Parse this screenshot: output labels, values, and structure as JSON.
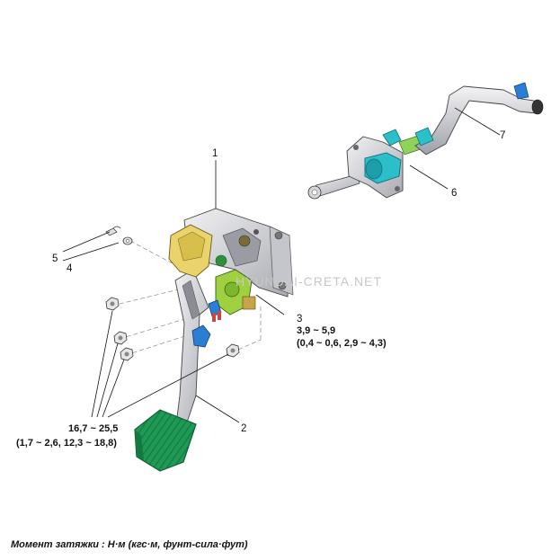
{
  "callouts": {
    "c1": "1",
    "c2": "2",
    "c3": "3",
    "c4": "4",
    "c5": "5",
    "c6": "6",
    "c7": "7"
  },
  "torque": {
    "t3_line1": "3,9 ~ 5,9",
    "t3_line2": "(0,4 ~ 0,6, 2,9 ~ 4,3)",
    "t_bolts_line1": "16,7 ~ 25,5",
    "t_bolts_line2": "(1,7 ~ 2,6, 12,3 ~ 18,8)"
  },
  "watermark": "HYUNDAI-CRETA.NET",
  "footnote": "Момент затяжки : Н·м (кгс·м, фунт-сила·фут)",
  "colors": {
    "pedal_pad": "#1f9a55",
    "bracket": "#d9d9dd",
    "yellow_part": "#e9d36a",
    "switch_green": "#9ed040",
    "clip_blue": "#2a7fd4",
    "master_cyl": "#2bbfc9",
    "hose": "#dcdde2"
  }
}
